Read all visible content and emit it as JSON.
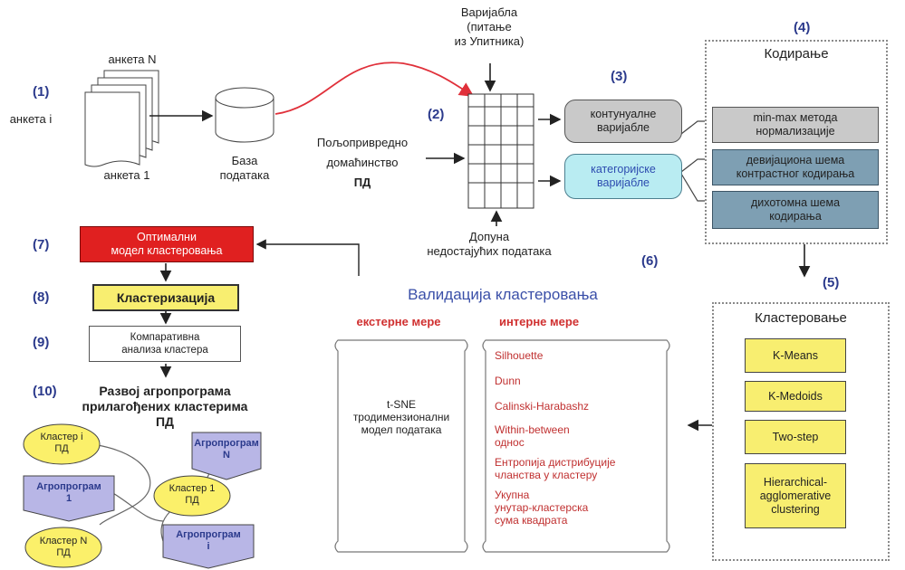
{
  "title": "Процес кластеровања пољопривредних домаћинстава (ПД)",
  "step_numbers": [
    "(1)",
    "(2)",
    "(3)",
    "(4)",
    "(5)",
    "(6)",
    "(7)",
    "(8)",
    "(9)",
    "(10)"
  ],
  "surveys": {
    "top": "анкета N",
    "middle": "анкета i",
    "bottom": "анкета 1"
  },
  "database": "База\nподатака",
  "variable": "Варијабла\n(питање\nиз Упитника)",
  "household": "Пољопривредно\nдомаћинство",
  "household_abbr": "ПД",
  "missing_data": "Допуна\nнедостајућих података",
  "variables": {
    "continuous": "контунуалне\nваријабле",
    "categorical": "категоријске\nваријабле"
  },
  "coding": {
    "title": "Кодирање",
    "items": [
      "min-max метода\nнормализације",
      "девијациона шема\nконтрастног кодирања",
      "дихотомна шема\nкодирања"
    ]
  },
  "clustering": {
    "title": "Кластеровање",
    "methods": [
      "K-Means",
      "K-Medoids",
      "Two-step",
      "Hierarchical-\nagglomerative\nclustering"
    ]
  },
  "validation": {
    "title": "Валидација кластеровања",
    "external_title": "екстерне мере",
    "internal_title": "интерне мере",
    "external_text": "t-SNE\nтродимензионални\nмодел података",
    "internal_items": [
      "Silhouette",
      "Dunn",
      "Calinski-Harabashz",
      "Within-between\nоднос",
      "Ентропија дистрибуције\nчланства у кластеру",
      "Укупна\nунутар-кластерска\nсума квадрата"
    ]
  },
  "optimal_model": "Оптимални\nмодел кластеровања",
  "clusterization": "Кластеризација",
  "comparative": "Компаративна\nанализа кластера",
  "agro_dev": "Развој агропрограма\nприлагођених кластерима\nПД",
  "network": {
    "clusters": [
      "Кластер i\nПД",
      "Кластер 1\nПД",
      "Кластер N\nПД"
    ],
    "programs": [
      "Агропрограм\nN",
      "Агропрограм\n1",
      "Агропрограм\ni"
    ]
  },
  "colors": {
    "number": "#2b3a8c",
    "red_box": "#e02020",
    "yellow": "#f8ee70",
    "steel": "#7e9fb3",
    "grey": "#c9c9c9",
    "categorical": "#b9ecf2",
    "agro": "#b8b6e6",
    "red_text": "#c03030",
    "validation_title": "#3a4fa8"
  }
}
